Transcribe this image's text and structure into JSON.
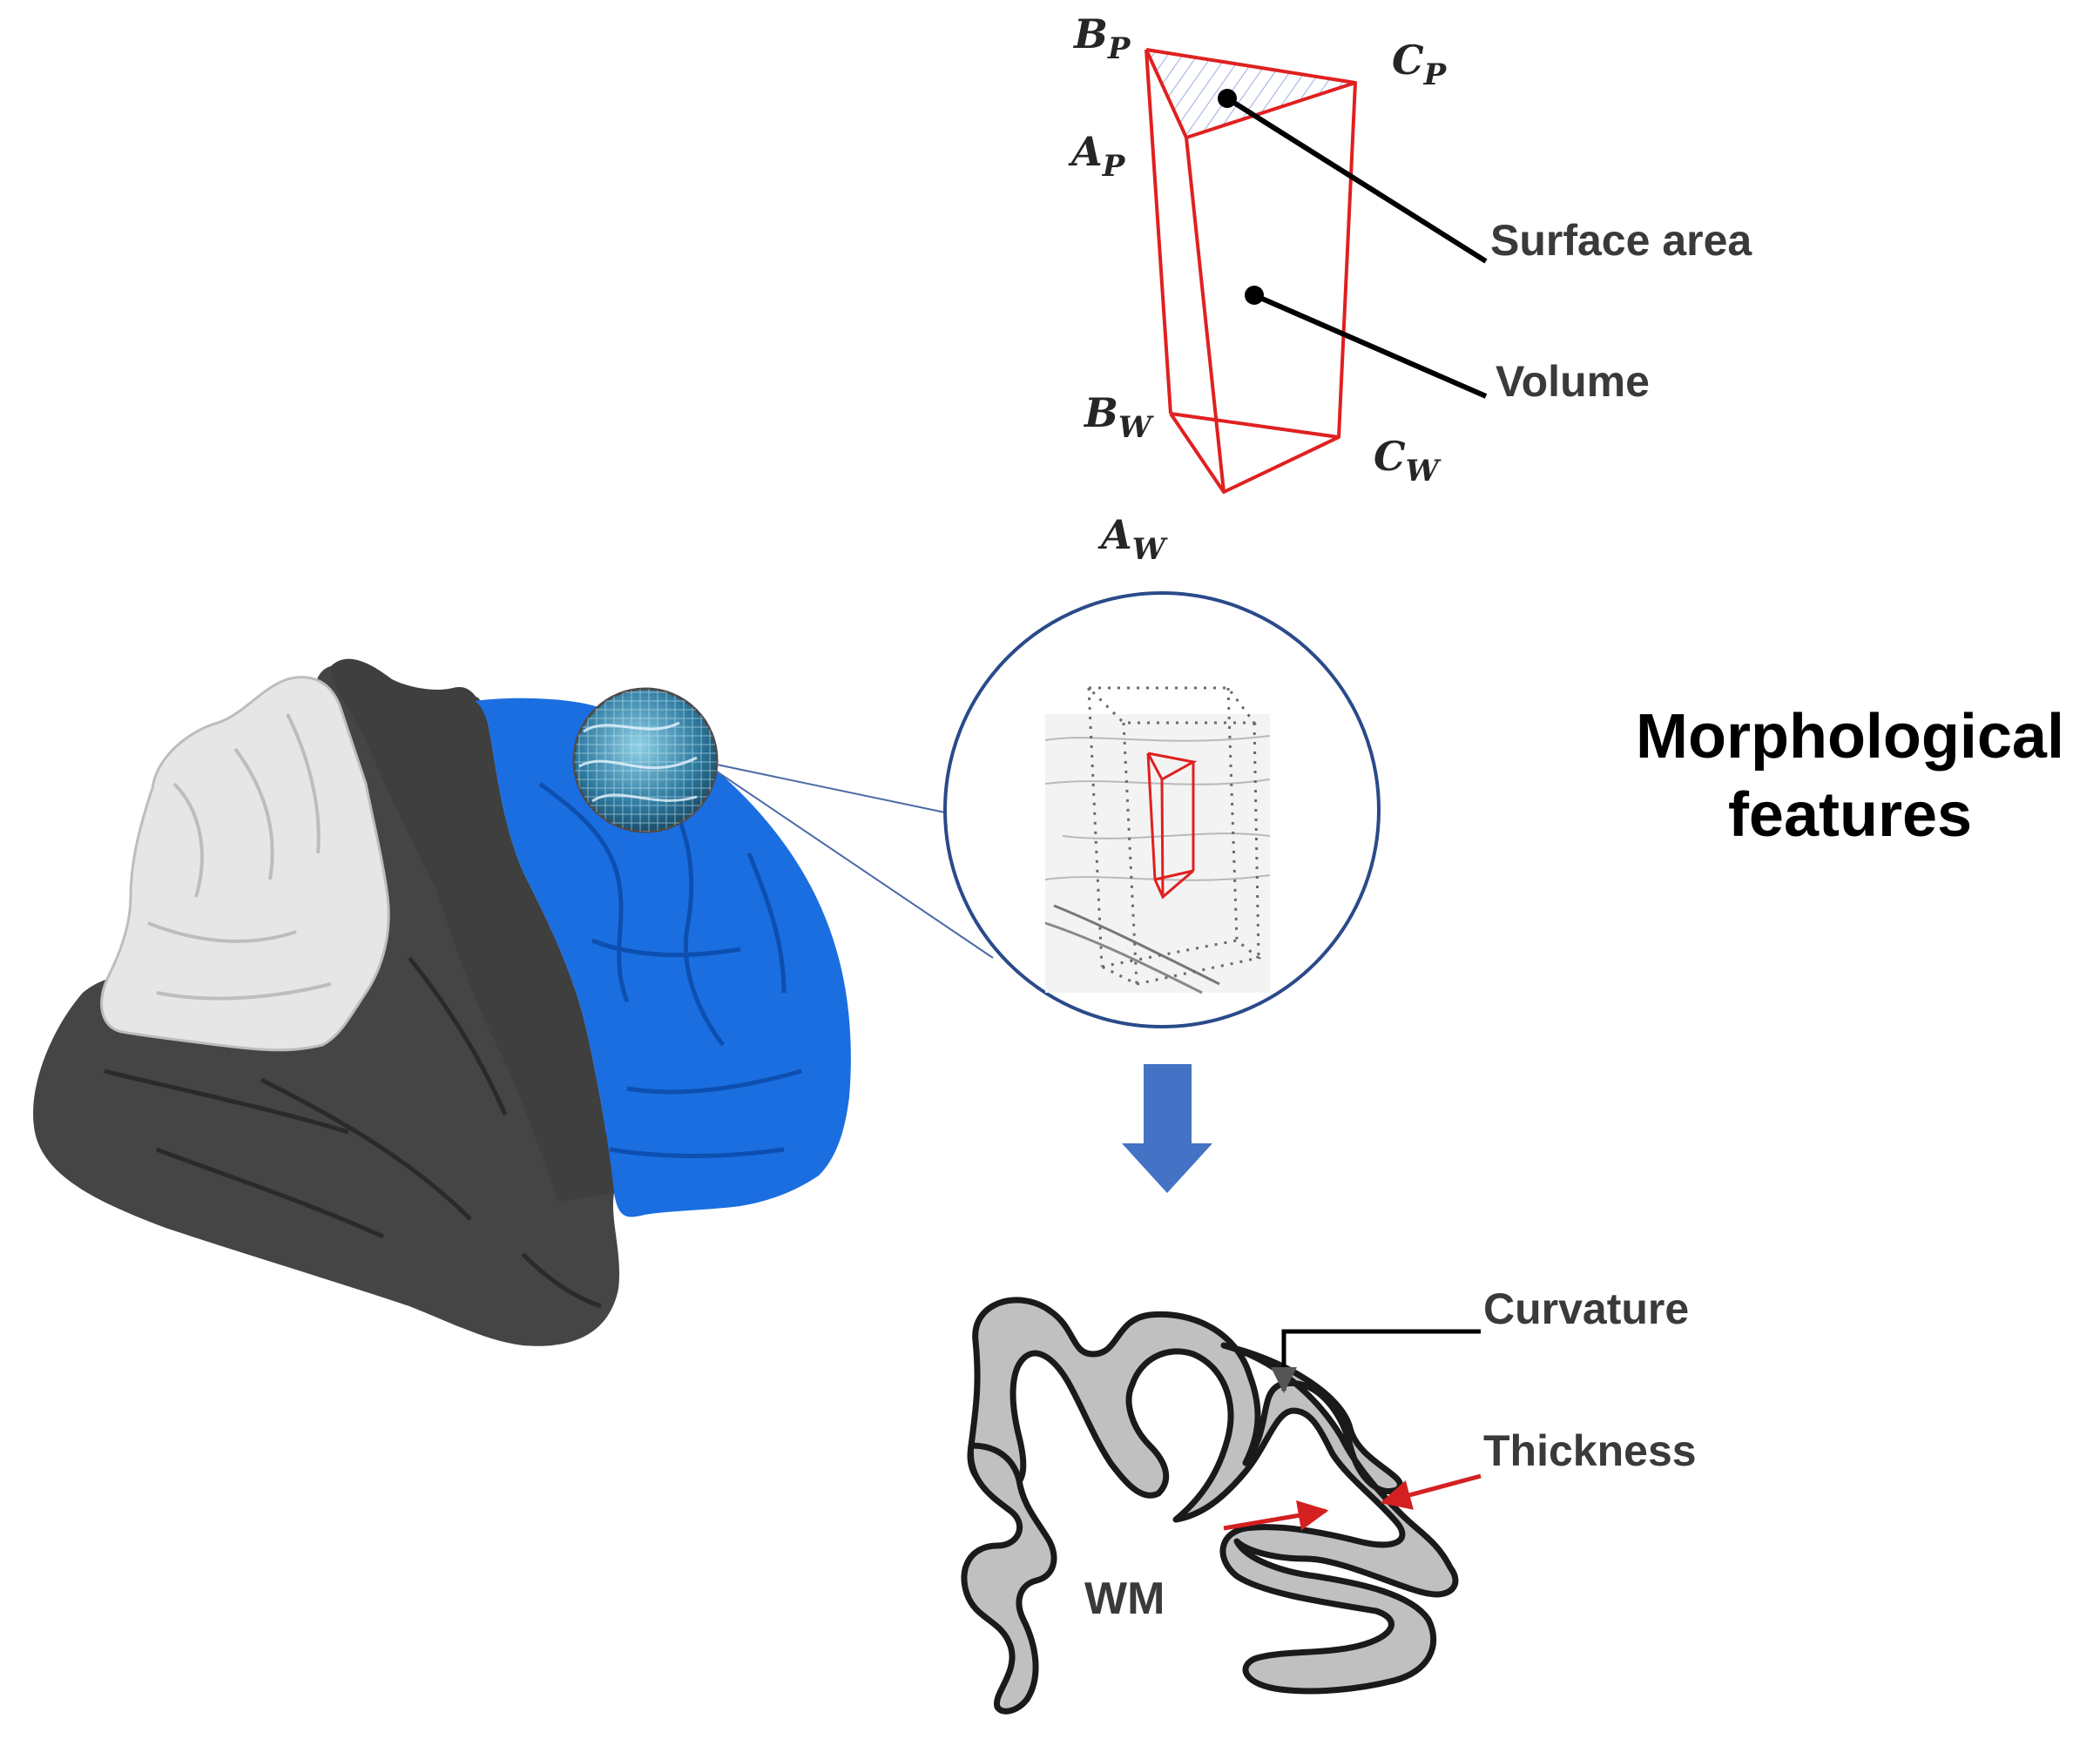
{
  "title": {
    "line1": "Morphological",
    "line2": "features"
  },
  "prism": {
    "vertices": {
      "bp": {
        "base": "B",
        "sub": "P"
      },
      "cp": {
        "base": "C",
        "sub": "P"
      },
      "ap": {
        "base": "A",
        "sub": "P"
      },
      "bw": {
        "base": "B",
        "sub": "W"
      },
      "cw": {
        "base": "C",
        "sub": "W"
      },
      "aw": {
        "base": "A",
        "sub": "W"
      }
    },
    "surface_area_label": "Surface area",
    "volume_label": "Volume"
  },
  "cortex": {
    "curvature_label": "Curvature",
    "thickness_label": "Thickness",
    "wm_label": "WM"
  },
  "colors": {
    "prism_edges": "#e02020",
    "brain_blue": "#1a6ee0",
    "brain_dark": "#444444",
    "brain_light": "#e8e8e8",
    "arrow_blue": "#4472c4",
    "cortex_gray": "#c0c0c0",
    "thickness_arrows": "#d42020"
  }
}
